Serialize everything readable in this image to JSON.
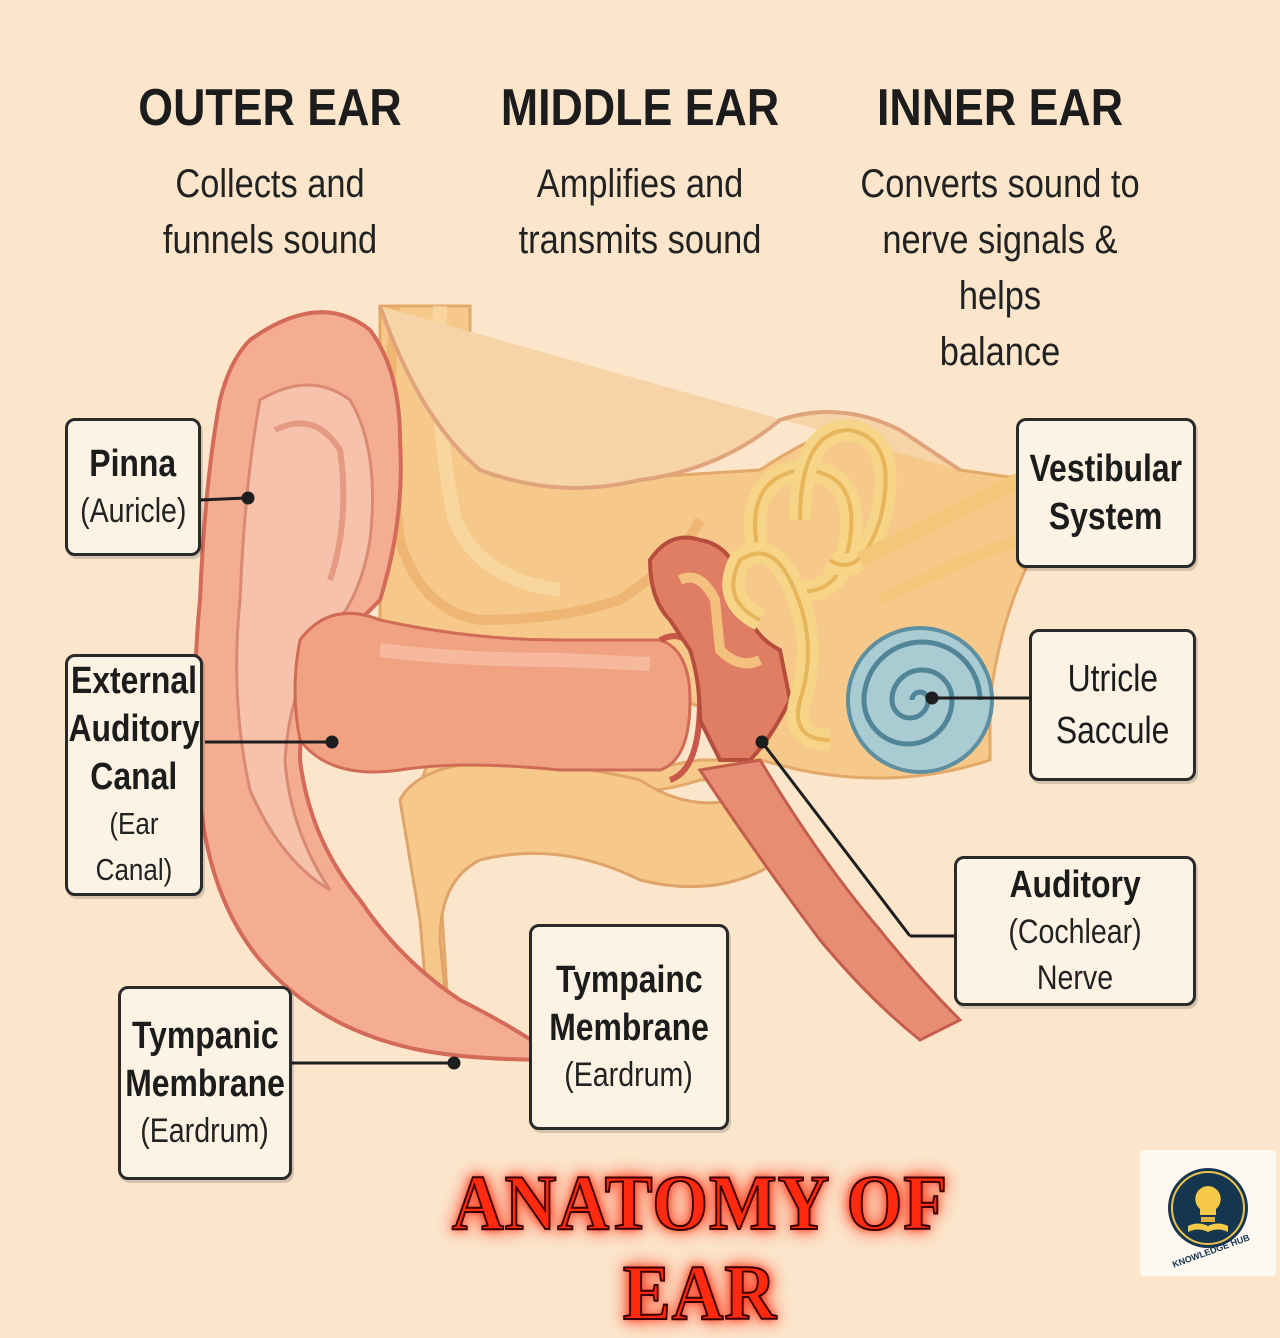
{
  "sections": [
    {
      "title": "OUTER EAR",
      "desc": [
        "Collects and",
        "funnels sound"
      ]
    },
    {
      "title": "MIDDLE EAR",
      "desc": [
        "Amplifies and",
        "transmits sound"
      ]
    },
    {
      "title": "INNER EAR",
      "desc": [
        "Converts sound to",
        "nerve signals & helps",
        "balance"
      ]
    }
  ],
  "labels": {
    "pinna": {
      "main": "Pinna",
      "sub": "(Auricle)"
    },
    "canal": {
      "lines": [
        "External",
        "Auditory",
        "Canal"
      ],
      "sub": "(Ear Canal)"
    },
    "tympanic_left": {
      "lines": [
        "Tympanic",
        "Membrane"
      ],
      "sub": "(Eardrum)"
    },
    "tympanic_mid": {
      "lines": [
        "Tympainc",
        "Membrane"
      ],
      "sub": "(Eardrum)"
    },
    "vestibular": {
      "lines": [
        "Vestibular",
        "System"
      ]
    },
    "utricle": {
      "lines": [
        "Utricle",
        "Saccule"
      ]
    },
    "nerve": {
      "main": "Auditory",
      "sub": "(Cochlear) Nerve"
    }
  },
  "main_title": "ANATOMY OF EAR",
  "logo": {
    "text": "KNOWLEDGE HUB",
    "icon": "lightbulb-book-icon"
  },
  "colors": {
    "background": "#fbe6cc",
    "outer_skin": "#f3a98f",
    "bone": "#f6c98a",
    "cochlea": "#a9cbd2",
    "title": "#ff2a10"
  }
}
